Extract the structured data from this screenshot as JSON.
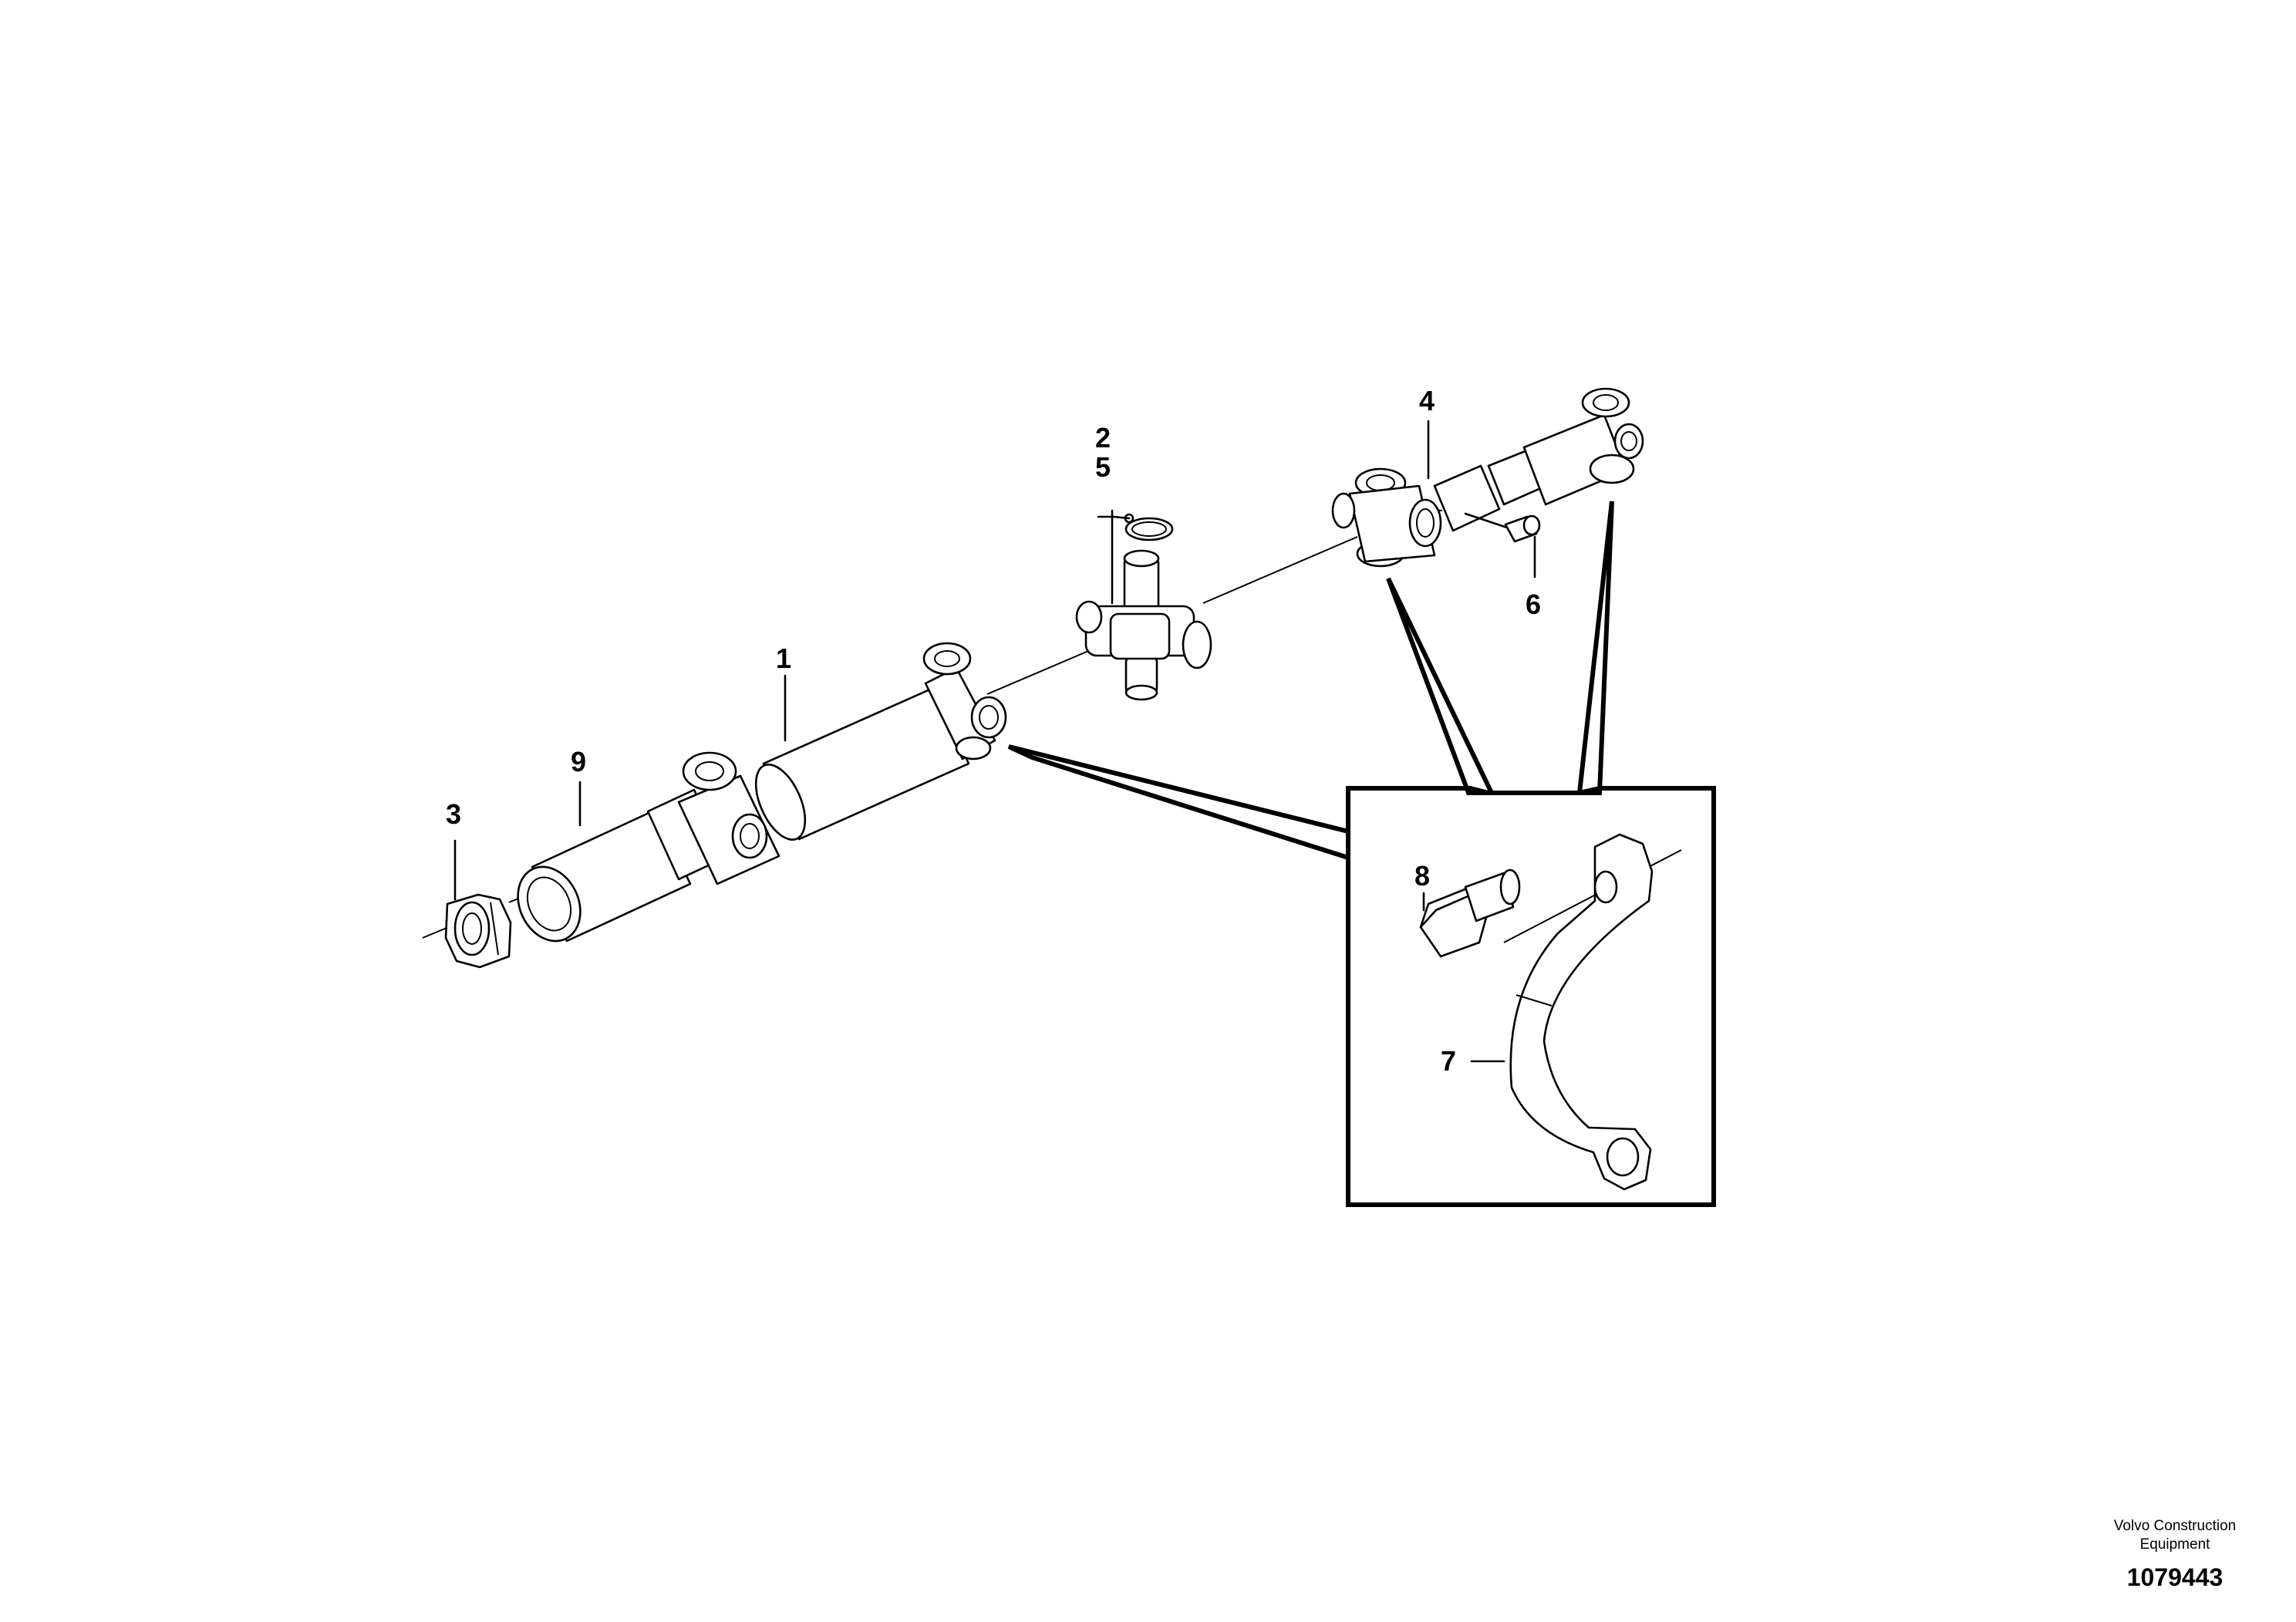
{
  "callouts": {
    "c1": "1",
    "c2": "2",
    "c3": "3",
    "c4": "4",
    "c5": "5",
    "c6": "6",
    "c7": "7",
    "c8": "8",
    "c9": "9"
  },
  "footer": {
    "brand_line1": "Volvo Construction",
    "brand_line2": "Equipment",
    "doc_number": "1079443"
  }
}
